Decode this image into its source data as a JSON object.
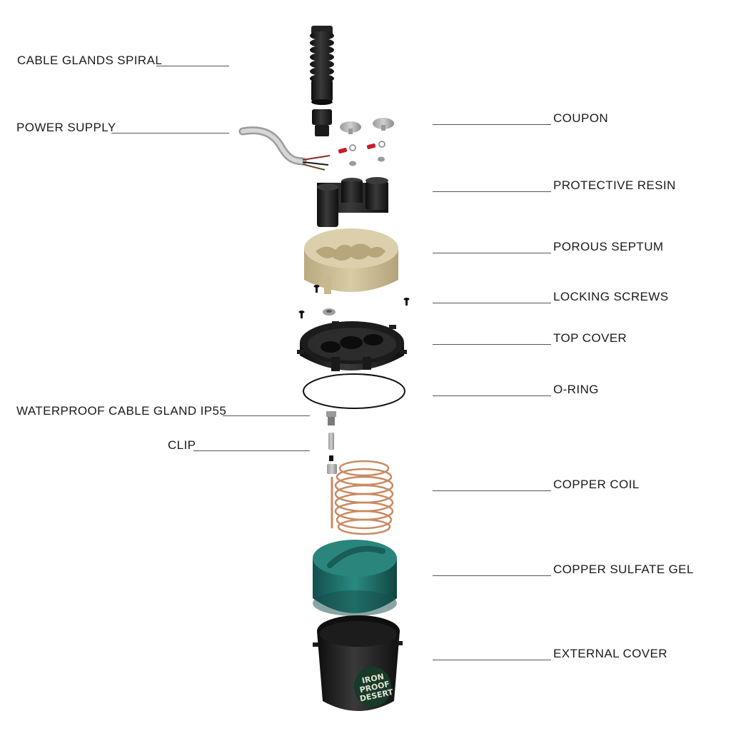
{
  "diagram": {
    "labels_left": {
      "cable_glands_spiral": "CABLE GLANDS SPIRAL",
      "power_supply": "POWER SUPPLY",
      "waterproof_cable_gland": "WATERPROOF CABLE GLAND IP55",
      "clip": "CLIP"
    },
    "labels_right": {
      "coupon": "COUPON",
      "protective_resin": "PROTECTIVE RESIN",
      "porous_septum": "POROUS SEPTUM",
      "locking_screws": "LOCKING SCREWS",
      "top_cover": "TOP COVER",
      "o_ring": "O-RING",
      "copper_coil": "COPPER COIL",
      "copper_sulfate_gel": "COPPER SULFATE GEL",
      "external_cover": "EXTERNAL COVER"
    },
    "brand": {
      "line1": "IRON",
      "line2": "PROOF",
      "line3": "DESERT"
    },
    "colors": {
      "black_plastic": "#1e1e1e",
      "septum_beige": "#cdbf98",
      "gel_teal": "#1f6f6a",
      "copper": "#c98a63",
      "leader_line": "#555555"
    }
  }
}
